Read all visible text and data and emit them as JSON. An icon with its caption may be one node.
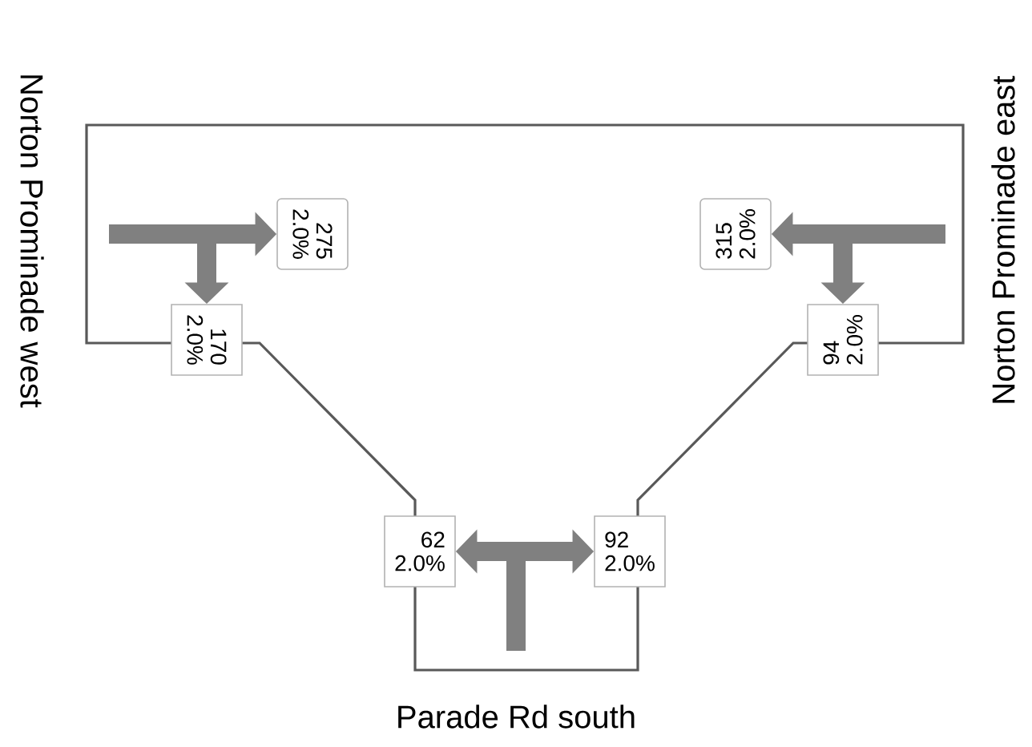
{
  "diagram": {
    "nodes": [
      {
        "text": [
          "275",
          "2.0%"
        ]
      },
      {
        "text": [
          "170",
          "2.0%"
        ]
      },
      {
        "text": [
          "315",
          "2.0%"
        ]
      },
      {
        "text": [
          "94",
          "2.0%"
        ]
      },
      {
        "text": [
          "62",
          "2.0%"
        ]
      },
      {
        "text": [
          "92",
          "2.0%"
        ]
      }
    ],
    "edges": [
      {
        "from": null,
        "to": 0,
        "arrow": "to"
      },
      {
        "from": null,
        "to": 1,
        "arrow": "to"
      },
      {
        "from": null,
        "to": 2,
        "arrow": "to"
      },
      {
        "from": null,
        "to": 3,
        "arrow": "to"
      },
      {
        "from": null,
        "to": 4,
        "arrow": "to"
      },
      {
        "from": null,
        "to": 5,
        "arrow": "to"
      }
    ],
    "labels": [
      "Norton Prominade west",
      "Norton Prominade east",
      "Parade Rd south"
    ]
  }
}
